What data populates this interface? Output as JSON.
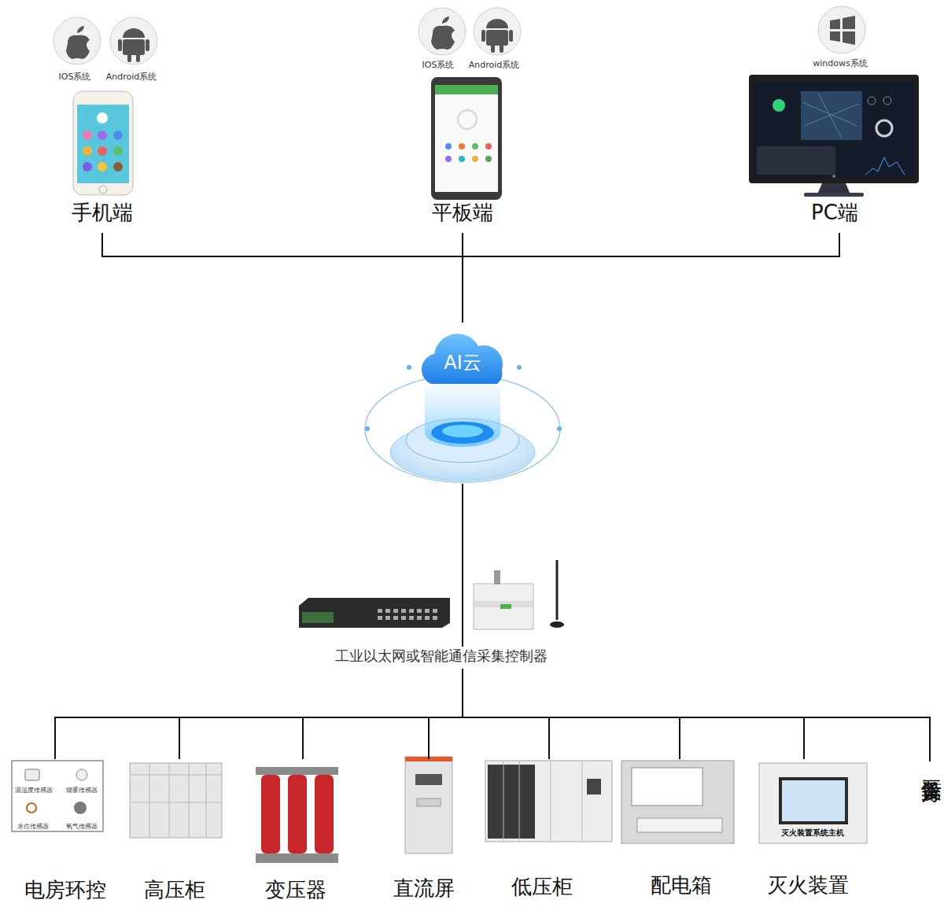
{
  "diagram": {
    "nodes": [
      {
        "text": [
          "手机端"
        ]
      },
      {
        "text": [
          "平板端"
        ]
      },
      {
        "text": [
          "PC端"
        ]
      },
      {
        "text": [
          "AI云"
        ]
      },
      {
        "text": [
          "工业以太网或智能通信采集控制器"
        ]
      },
      {
        "text": [
          "电房环控"
        ]
      },
      {
        "text": [
          "高压柜"
        ]
      },
      {
        "text": [
          "变压器"
        ]
      },
      {
        "text": [
          "直流屏"
        ]
      },
      {
        "text": [
          "低压柜"
        ]
      },
      {
        "text": [
          "配电箱"
        ]
      },
      {
        "text": [
          "灭火装置"
        ]
      },
      {
        "text": [
          "第三方设备"
        ]
      }
    ],
    "edges": [
      {
        "from": 0,
        "to": 3,
        "arrow": "none"
      },
      {
        "from": 1,
        "to": 3,
        "arrow": "none"
      },
      {
        "from": 2,
        "to": 3,
        "arrow": "none"
      },
      {
        "from": 3,
        "to": 4,
        "arrow": "none"
      },
      {
        "from": 4,
        "to": 5,
        "arrow": "none"
      },
      {
        "from": 4,
        "to": 6,
        "arrow": "none"
      },
      {
        "from": 4,
        "to": 7,
        "arrow": "none"
      },
      {
        "from": 4,
        "to": 8,
        "arrow": "none"
      },
      {
        "from": 4,
        "to": 9,
        "arrow": "none"
      },
      {
        "from": 4,
        "to": 10,
        "arrow": "none"
      },
      {
        "from": 4,
        "to": 11,
        "arrow": "none"
      },
      {
        "from": 4,
        "to": 12,
        "arrow": "none"
      }
    ],
    "labels": [
      "IOS系统",
      "Android系统",
      "IOS系统",
      "Android系统",
      "windows系统",
      "温湿度传感器",
      "烟雾传感器",
      "水位传感器",
      "氧气传感器",
      "灭火装置系统主机"
    ]
  }
}
